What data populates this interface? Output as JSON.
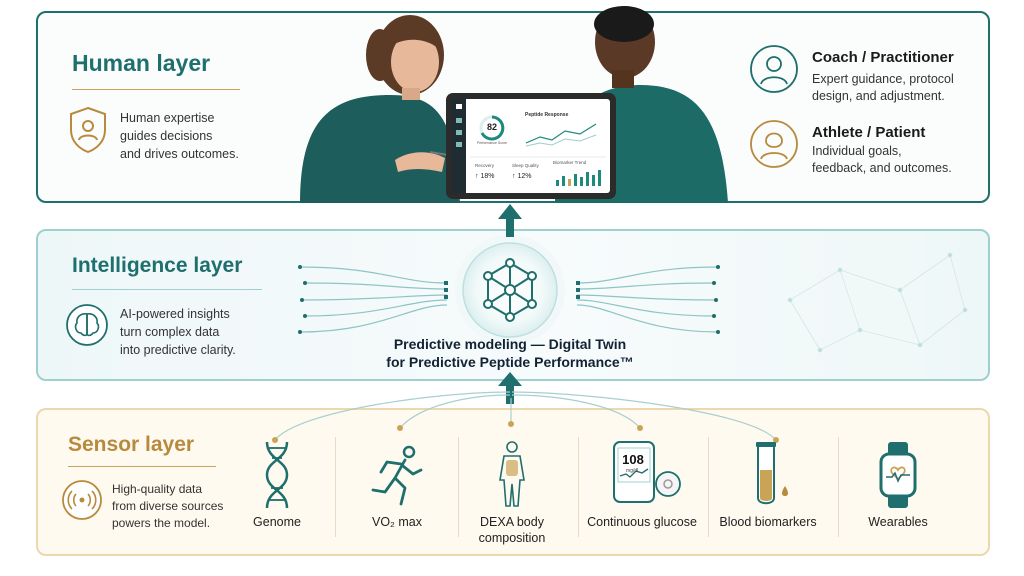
{
  "human_layer": {
    "title": "Human layer",
    "description": [
      "Human expertise",
      "guides decisions",
      "and drives outcomes."
    ],
    "roles": [
      {
        "title": "Coach / Practitioner",
        "description": [
          "Expert guidance, protocol",
          "design, and adjustment."
        ]
      },
      {
        "title": "Athlete / Patient",
        "description": [
          "Individual goals,",
          "feedback, and outcomes."
        ]
      }
    ],
    "tablet": {
      "score": "82",
      "score_label": "Performance Score",
      "chart_title": "Peptide Response",
      "stats": [
        {
          "label": "Recovery",
          "value": "↑ 18%"
        },
        {
          "label": "Sleep Quality",
          "value": "↑ 12%"
        }
      ],
      "trend_title": "Biomarker Trend"
    }
  },
  "intelligence_layer": {
    "title": "Intelligence layer",
    "description": [
      "AI-powered insights",
      "turn complex data",
      "into predictive clarity."
    ],
    "caption": [
      "Predictive modeling — Digital Twin",
      "for Predictive Peptide Performance™"
    ]
  },
  "sensor_layer": {
    "title": "Sensor layer",
    "description": [
      "High-quality data",
      "from diverse sources",
      "powers the model."
    ],
    "glucose_reading": "108",
    "glucose_unit": "mg/dL",
    "items": [
      {
        "label": "Genome",
        "icon": "dna-icon"
      },
      {
        "label": "VO₂ max",
        "icon": "runner-icon"
      },
      {
        "label": "DEXA body composition",
        "icon": "body-scan-icon"
      },
      {
        "label": "Continuous glucose",
        "icon": "glucose-monitor-icon"
      },
      {
        "label": "Blood biomarkers",
        "icon": "test-tube-icon"
      },
      {
        "label": "Wearables",
        "icon": "smartwatch-icon"
      }
    ]
  },
  "colors": {
    "teal": "#1e6f6d",
    "gold": "#b88a3e",
    "light_teal": "#9fd0d0"
  }
}
